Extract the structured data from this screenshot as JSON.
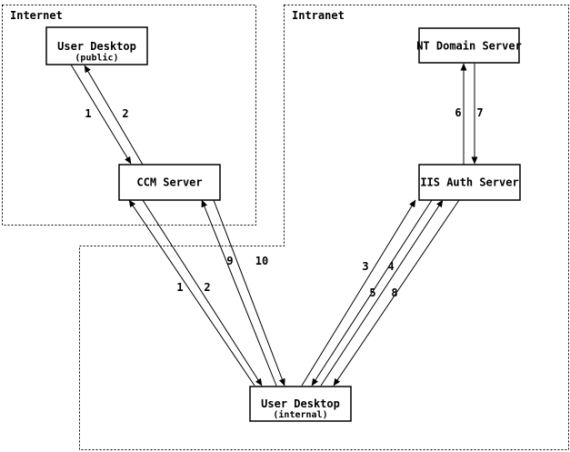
{
  "diagram": {
    "colors": {
      "ink": "#000000",
      "background": "#ffffff"
    },
    "regions": {
      "internet": {
        "label": "Internet"
      },
      "intranet": {
        "label": "Intranet"
      }
    },
    "nodes": {
      "user_desktop_public": {
        "title": "User Desktop",
        "subtitle": "(public)"
      },
      "ccm_server": {
        "title": "CCM Server"
      },
      "nt_domain_server": {
        "title": "NT Domain Server"
      },
      "iis_auth_server": {
        "title": "IIS Auth Server"
      },
      "user_desktop_internal": {
        "title": "User Desktop",
        "subtitle": "(internal)"
      }
    },
    "edges": [
      {
        "label": "1",
        "from": "User Desktop (public)",
        "to": "CCM Server"
      },
      {
        "label": "2",
        "from": "CCM Server",
        "to": "User Desktop (public)"
      },
      {
        "label": "1",
        "from": "User Desktop (internal)",
        "to": "CCM Server"
      },
      {
        "label": "2",
        "from": "CCM Server",
        "to": "User Desktop (internal)"
      },
      {
        "label": "9",
        "from": "User Desktop (internal)",
        "to": "CCM Server"
      },
      {
        "label": "10",
        "from": "CCM Server",
        "to": "User Desktop (internal)"
      },
      {
        "label": "3",
        "from": "User Desktop (internal)",
        "to": "IIS Auth Server"
      },
      {
        "label": "4",
        "from": "IIS Auth Server",
        "to": "User Desktop (internal)"
      },
      {
        "label": "5",
        "from": "User Desktop (internal)",
        "to": "IIS Auth Server"
      },
      {
        "label": "8",
        "from": "IIS Auth Server",
        "to": "User Desktop (internal)"
      },
      {
        "label": "6",
        "from": "IIS Auth Server",
        "to": "NT Domain Server"
      },
      {
        "label": "7",
        "from": "NT Domain Server",
        "to": "IIS Auth Server"
      }
    ]
  }
}
